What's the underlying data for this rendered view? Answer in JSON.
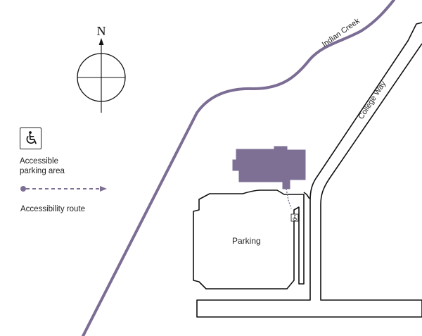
{
  "compass": {
    "north_label": "N"
  },
  "legend": {
    "accessible_parking_line1": "Accessible",
    "accessible_parking_line2": "parking area",
    "accessibility_route": "Accessibility route"
  },
  "map_labels": {
    "creek": "Indian Creek",
    "street": "College Way",
    "parking": "Parking"
  },
  "colors": {
    "creek": "#7b6d93",
    "building": "#7e6f95",
    "route": "#7e6f95",
    "road_outline": "#111111"
  },
  "icons": {
    "accessible_parking": "wheelchair-icon",
    "compass": "compass-rose-icon"
  }
}
